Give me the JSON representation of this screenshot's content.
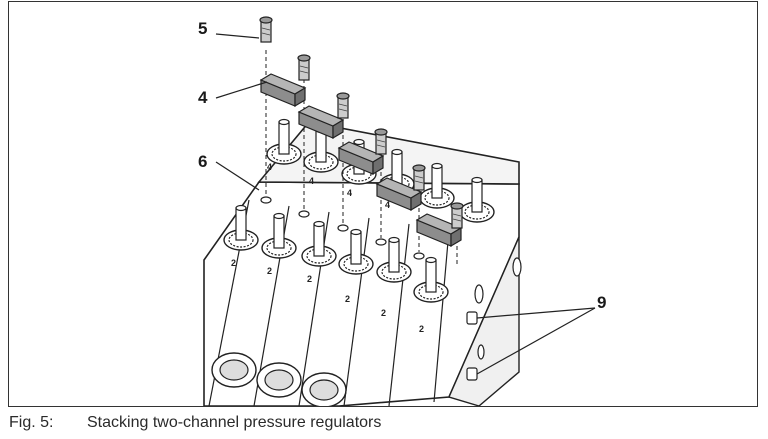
{
  "figure": {
    "callouts": {
      "screw": "5",
      "plate": "4",
      "regulator_body": "6",
      "plug": "9"
    },
    "port_labels": {
      "upper": "4",
      "lower": "2"
    }
  },
  "caption": {
    "label": "Fig. 5:",
    "text": "Stacking two-channel pressure regulators"
  }
}
